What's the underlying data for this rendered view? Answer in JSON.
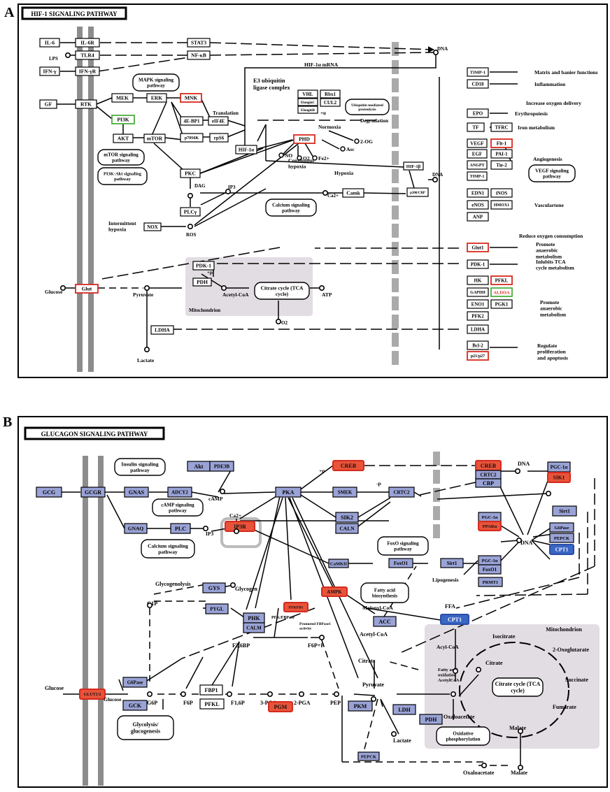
{
  "panel_a": {
    "letter": "A",
    "title": "HIF-1 SIGNALING PATHWAY",
    "nodes": {
      "il6": "IL-6",
      "il6r": "IL-6R",
      "lps": "LPS",
      "tlr4": "TLR4",
      "ifng": "IFN-γ",
      "ifngr": "IFN-γR",
      "stat3": "STAT3",
      "nfkb": "NF-κB",
      "dna_top": "DNA",
      "hif1a_mrna": "HIF-1α mRNA",
      "e3": "E3 ubiquitin ligase complex",
      "mapk": "MAPK signaling pathway",
      "gf": "GF",
      "rtk": "RTK",
      "mek": "MEK",
      "erk": "ERK",
      "mnk": "MNK",
      "translation": "Translation",
      "pi3k": "PI3K",
      "ebp1": "4E-BP1",
      "eif4e": "eIF4E",
      "akt": "AKT",
      "mtor": "mTOR",
      "p70s6k": "p70S6K",
      "rps6": "rpS6",
      "mtor_path": "mTOR signaling pathway",
      "pi3k_path": "PI3K-Akt signaling pathway",
      "vhl": "VHL",
      "rbx1": "Rbx1",
      "elonginc": "ElonginC",
      "cul2": "CUL2",
      "elonginb": "ElonginB",
      "ubiq": "Ubiquitin mediated proteolysis",
      "u": "+u",
      "normoxia": "Normoxia",
      "degradation": "Degradation",
      "hif1a": "HIF-1α",
      "phd": "PHD",
      "og2": "2-OG",
      "asc": "Asc",
      "fe2": "Fe2+",
      "o2": "O2",
      "no": "NO",
      "cont_hypoxia": "Continuous hypoxia",
      "hypoxia": "Hypoxia",
      "hif1b": "HIF-1β",
      "p300": "p300/CBP",
      "dna_mid": "DNA",
      "pkc": "PKC",
      "dag": "DAG",
      "ip3": "IP3",
      "ca": "Ca2+",
      "camk": "Camk",
      "calcium_path": "Calcium signaling pathway",
      "plcg": "PLCγ",
      "int_hypoxia": "Intermittent hypoxia",
      "nox": "NOX",
      "ros": "ROS",
      "glucose": "Glucose",
      "glut": "Glut",
      "pyruvate": "Pyruvate",
      "pdk1": "PDK-1",
      "pdh": "PDH",
      "plus_p": "+p",
      "acetyl": "Acetyl-CoA",
      "citrate": "Citrate cycle (TCA cycle)",
      "atp": "ATP",
      "o2b": "O2",
      "mito": "Mitochondrion",
      "ldha": "LDHA",
      "lactate": "Lactate"
    },
    "targets": {
      "timp1": "TIMP-1",
      "cd18": "CD18",
      "epo": "EPO",
      "tf": "TF",
      "tfrc": "TFRC",
      "vegf": "VEGF",
      "flt1": "Flt-1",
      "egf": "EGF",
      "pai1": "PAI-1",
      "angpt": "ANGPT",
      "tie2": "Tie-2",
      "timp1b": "TIMP-1",
      "edn1": "EDN1",
      "inos": "iNOS",
      "enos": "eNOS",
      "hmox1": "HMOX1",
      "anp": "ANP",
      "glut1": "Glut1",
      "pdk1b": "PDK-1",
      "hk": "HK",
      "pfkl": "PFKL",
      "gapdh": "GAPDH",
      "aldoa": "ALDOA",
      "eno1": "ENO1",
      "pgk1": "PGK1",
      "pfk2": "PFK2",
      "ldhab": "LDHA",
      "bcl2": "Bcl-2",
      "p21": "p21/p27"
    },
    "outcomes": {
      "matrix": "Matrix and banier functions",
      "inflammation": "Inflammation",
      "oxygen": "Increase oxygen delivery",
      "erythro": "Erythropoiesis",
      "iron": "Iron metabolism",
      "angio": "Angiogenesis",
      "vegf_path": "VEGF signaling pathway",
      "vascular": "Vasculartone",
      "reduce": "Reduce oxygen consumption",
      "anaerobic": "Promote anaerobic metabolism",
      "inhibits": "Inlubits TCA cycle metabolism",
      "anaerobic2": "Promote anaerobic metabolism",
      "prolif": "Regulate proliferation and apoptosis"
    }
  },
  "panel_b": {
    "letter": "B",
    "title": "GLUCAGON SIGNALING PATHWAY",
    "nodes": {
      "insulin": "Insulin signaling pathway",
      "akt": "Akt",
      "pde3b": "PDE3B",
      "gcg": "GCG",
      "gcgr": "GCGR",
      "gnas": "GNAS",
      "adcy2": "ADCY2",
      "camp": "cAMP",
      "camp_path": "cAMP signaling pathway",
      "pka": "PKA",
      "gnaq": "GNAQ",
      "plc": "PLC",
      "ip3": "IP3",
      "ca": "Ca2+",
      "ip3r": "IP3R",
      "calcium_path": "Calcium signaling pathway",
      "creb": "CREB",
      "smek": "SMEK",
      "crtc2": "CRTC2",
      "sik2": "SIK2",
      "caln": "CALN",
      "p1": "+p",
      "mp": "-p",
      "crebn": "CREB",
      "crtc2n": "CRTC2",
      "cbp": "CBP",
      "dna1": "DNA",
      "pgc1a": "PGC-1α",
      "sik1": "SIK1",
      "sirt1": "Sirt1",
      "pgc1a2": "PGC-1α",
      "ppara": "PPARα",
      "dna2": "DNA",
      "g6pase_r": "G6Pase",
      "pepck_r": "PEPCK",
      "cpt1_r": "CPT1",
      "foxo_path": "FoxO signaling pathway",
      "camkii": "CaMKII",
      "foxo1": "FoxO1",
      "sirt1b": "Sirt1",
      "pgc1a3": "PGC-1α",
      "foxo1b": "FoxO1",
      "prmt1": "PRMT1",
      "glycogenolysis": "Glycogenolysis",
      "gys": "GYS",
      "glycogen": "Glycogen",
      "g1p": "G1P",
      "pygl": "PYGL",
      "phk": "PHK",
      "calm": "CALM",
      "pfk_fbpase": "PFK/FBPase",
      "pfkfb1": "PFKFB1",
      "promoted": "Promoted FBPase1 activity",
      "ampk": "AMPK",
      "lipogenesis": "Lipogenesis",
      "fatty_syn": "Fatty acid biosynthesis",
      "malonyl": "Malonyl-CoA",
      "acc": "ACC",
      "acetyl": "Acetyl-CoA",
      "ffa": "FFA",
      "cpt1": "CPT1",
      "mitochondrion": "Mitochondrion",
      "acylcoa": "Acyl-CoA",
      "isocitrate": "Isocitrate",
      "oxoglut": "2-Oxoglutarate",
      "citrate_m": "Citrate",
      "fatty_ox": "Fatty acid oxidation AcetylCoA",
      "tca": "Citrate cycle (TCA cycle)",
      "succinate": "Succinate",
      "fumarate": "Fumarate",
      "malate": "Malate",
      "oxaloacetate": "Oxaloacetate",
      "oxphos": "Oxidative phosphorylation",
      "citrate": "Citrate",
      "pyruvate": "Pyruvate",
      "ldh": "LDH",
      "pdh": "PDH",
      "lactate": "Lactate",
      "pkm": "PKM",
      "pep": "PEP",
      "pepck": "PEPCK",
      "oxaloacetate2": "Oxaloacetate",
      "malate2": "Malate",
      "glucose": "Glucose",
      "glut12": "GLUT1/2",
      "g6pase": "G6Pase",
      "gck": "GCK",
      "glucose2": "Glucose",
      "g6p": "G6P",
      "f6p": "F6P",
      "fbp1": "FBP1",
      "f16p": "F1,6P",
      "pfkl": "PFKL",
      "pga3": "3-PGA",
      "pga2": "2-PGA",
      "pgm": "PGM",
      "f26bp": "F2,6BP",
      "f6pp": "F6P+P",
      "glycolysis": "Glycolysis/ glucogenesis"
    }
  }
}
